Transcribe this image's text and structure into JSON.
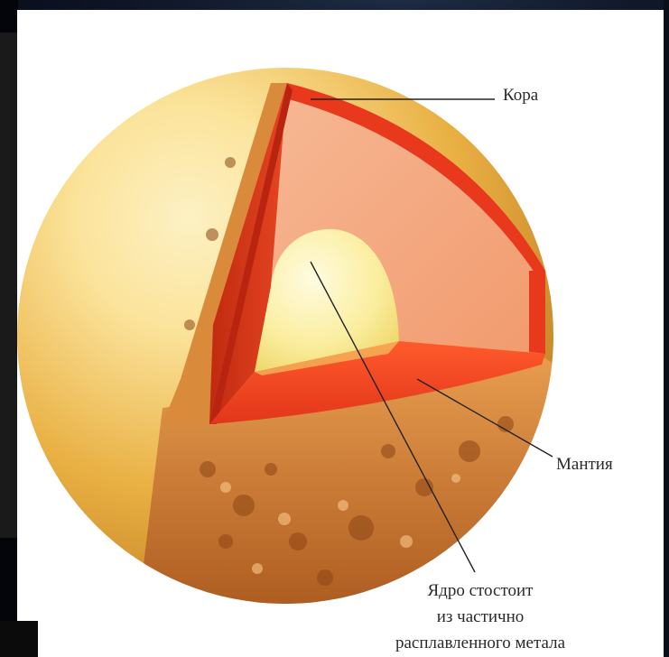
{
  "diagram": {
    "labels": {
      "crust": "Кора",
      "mantle": "Мантия",
      "core_lines": [
        "Ядро стостоит",
        "из частично",
        "расплавленного метала"
      ]
    },
    "colors": {
      "surface_light": "#fbe39a",
      "surface_mid": "#e9b043",
      "surface_dark": "#b8741c",
      "crust_red": "#e8391c",
      "mantle_cut": "#f0a074",
      "core_yellow": "#fbf1a6",
      "leader_lines": "#222222",
      "background": "#ffffff"
    }
  }
}
